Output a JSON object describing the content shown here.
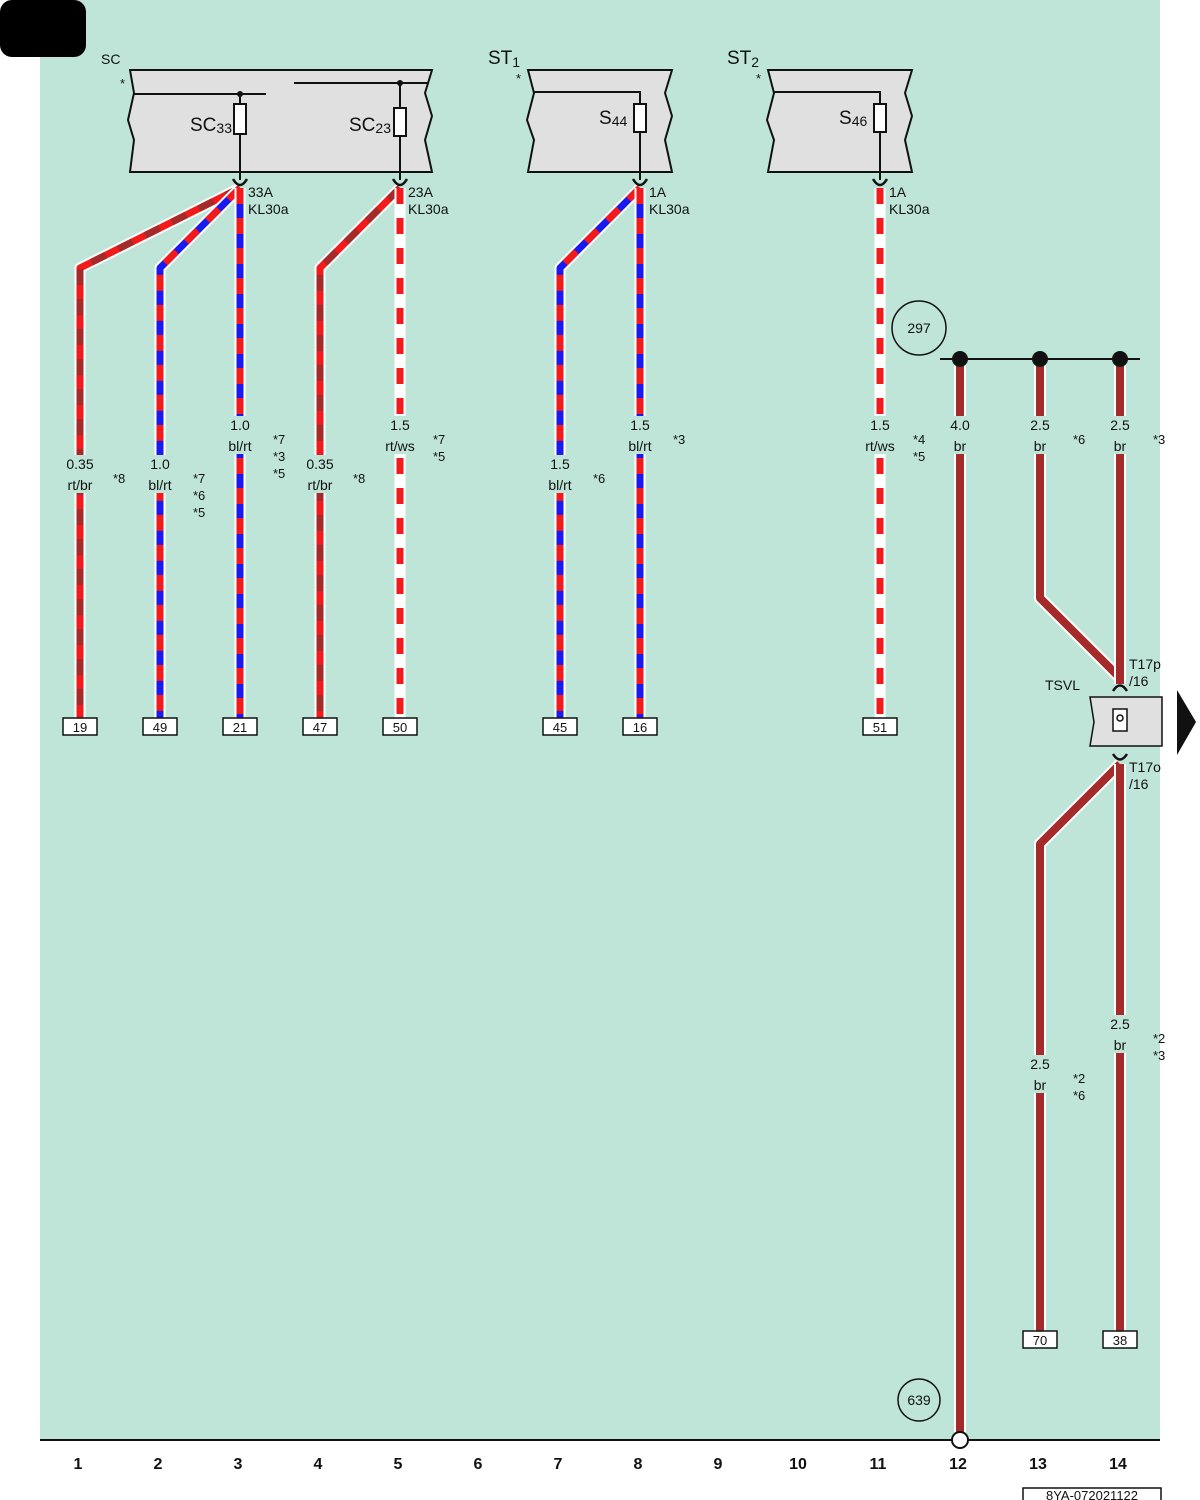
{
  "colors": {
    "background": "#bfe5d8",
    "component_fill": "#e0e0e0",
    "red": "#f21a1a",
    "blue": "#1a1af0",
    "brown": "#a52a2a",
    "white": "#ffffff"
  },
  "components": {
    "sc_label": "SC",
    "sc_asterisk": "*",
    "sc33": "SC",
    "sc33_sub": "33",
    "sc23": "SC",
    "sc23_sub": "23",
    "st1": "ST",
    "st1_sub": "1",
    "st1_asterisk": "*",
    "s44": "S",
    "s44_sub": "44",
    "st2": "ST",
    "st2_sub": "2",
    "st2_asterisk": "*",
    "s46": "S",
    "s46_sub": "46",
    "tsvl": "TSVL"
  },
  "fuse_terminals": {
    "sc33_rating": "33A",
    "sc33_kl": "KL30a",
    "sc23_rating": "23A",
    "sc23_kl": "KL30a",
    "s44_rating": "1A",
    "s44_kl": "KL30a",
    "s46_rating": "1A",
    "s46_kl": "KL30a"
  },
  "connectors": {
    "t17p": "T17p",
    "t17p_pin": "/16",
    "t17o": "T17o",
    "t17o_pin": "/16"
  },
  "wires": [
    {
      "column": 1,
      "gauge": "0.35",
      "color": "rt/br",
      "notes": "*8",
      "terminal": "19"
    },
    {
      "column": 2,
      "gauge": "1.0",
      "color": "bl/rt",
      "notes": "*7\n*6\n*5",
      "terminal": "49"
    },
    {
      "column": 3,
      "gauge": "1.0",
      "color": "bl/rt",
      "notes": "*7\n*3\n*5",
      "terminal": "21"
    },
    {
      "column": 4,
      "gauge": "0.35",
      "color": "rt/br",
      "notes": "*8",
      "terminal": "47"
    },
    {
      "column": 5,
      "gauge": "1.5",
      "color": "rt/ws",
      "notes": "*7\n*5",
      "terminal": "50"
    },
    {
      "column": 7,
      "gauge": "1.5",
      "color": "bl/rt",
      "notes": "*6",
      "terminal": "45"
    },
    {
      "column": 8,
      "gauge": "1.5",
      "color": "bl/rt",
      "notes": "*3",
      "terminal": "16"
    },
    {
      "column": 11,
      "gauge": "1.5",
      "color": "rt/ws",
      "notes": "*4\n*5",
      "terminal": "51"
    },
    {
      "column": 12,
      "gauge": "4.0",
      "color": "br",
      "notes": "",
      "terminal": ""
    },
    {
      "column": 13,
      "gauge": "2.5",
      "color": "br",
      "notes": "*6",
      "terminal": ""
    },
    {
      "column": 14,
      "gauge": "2.5",
      "color": "br",
      "notes": "*3",
      "terminal": ""
    },
    {
      "column": 13,
      "gauge": "2.5",
      "color": "br",
      "notes": "*2\n*6",
      "terminal": "70"
    },
    {
      "column": 14,
      "gauge": "2.5",
      "color": "br",
      "notes": "*2\n*3",
      "terminal": "38"
    }
  ],
  "references": {
    "ref_297": "297",
    "ref_639": "639"
  },
  "column_numbers": [
    "1",
    "2",
    "3",
    "4",
    "5",
    "6",
    "7",
    "8",
    "9",
    "10",
    "11",
    "12",
    "13",
    "14"
  ],
  "footer_code": "8YA-072021122"
}
